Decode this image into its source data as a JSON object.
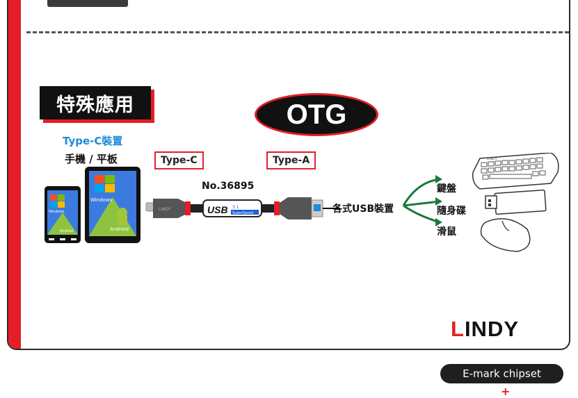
{
  "heading": "特殊應用",
  "badge": "OTG",
  "left": {
    "type_c_device": "Type-C裝置",
    "phone_tablet": "手機 / 平板",
    "tablet_os": "Windows",
    "tablet_os2": "Android",
    "phone_os": "Windows",
    "phone_os2": "Android"
  },
  "connectors": {
    "type_c": "Type-C",
    "type_a": "Type-A"
  },
  "model_no": "No.36895",
  "cable_brand": "LINDY",
  "cable_usb": "USB",
  "cable_usb_version": "3.1",
  "cable_speed": "SuperSpeed",
  "usb_devices_label": "各式USB裝置",
  "peripherals": [
    "鍵盤",
    "隨身碟",
    "滑鼠"
  ],
  "keyboard_brand": "LINDY",
  "brand": {
    "first": "L",
    "rest": "INDY"
  },
  "chip_label": "E-mark chipset",
  "plus": "+",
  "colors": {
    "red": "#e41e26",
    "blue": "#1c8bd6",
    "green": "#1a7a3a",
    "dark": "#111111"
  }
}
